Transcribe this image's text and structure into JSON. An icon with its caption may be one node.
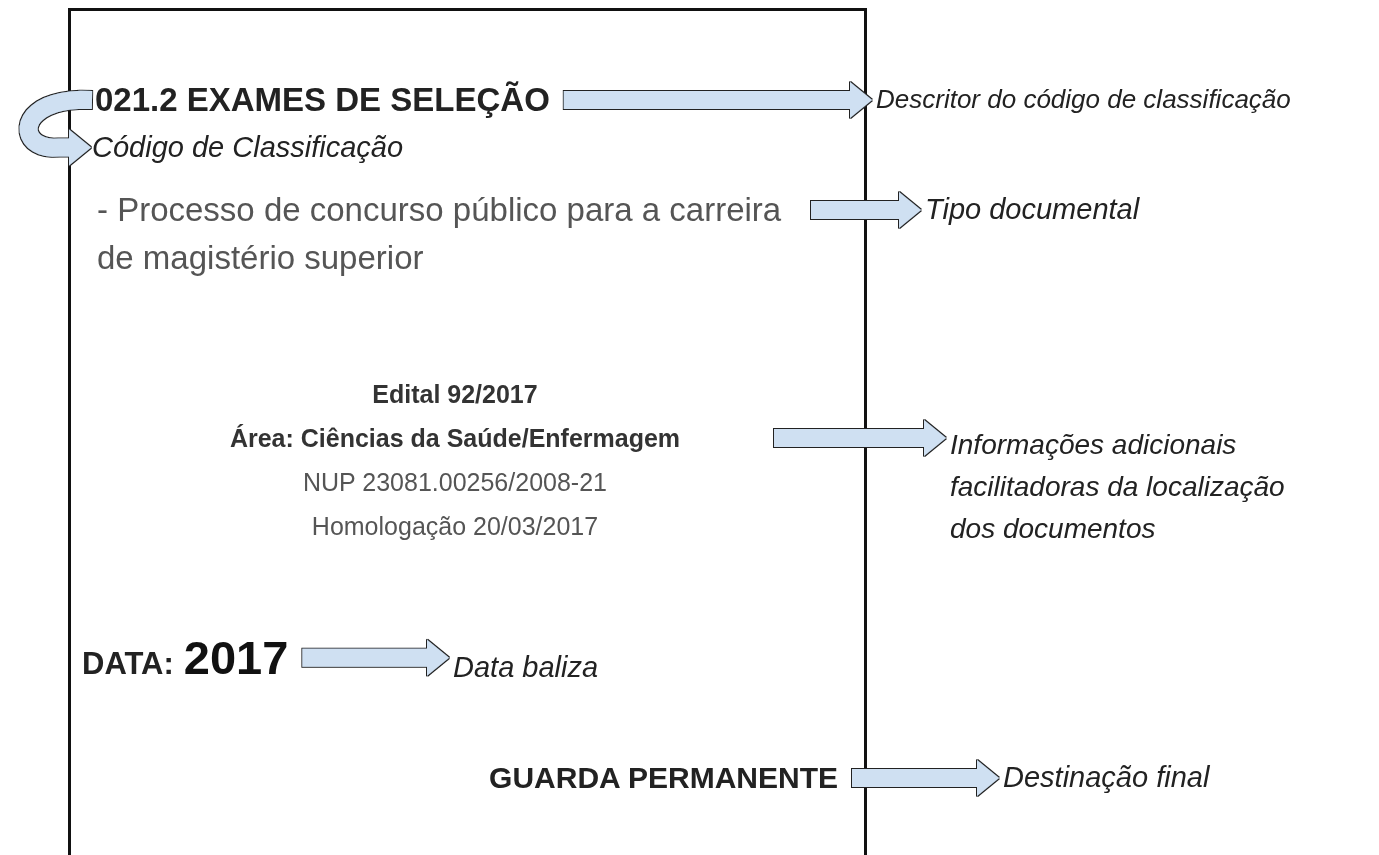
{
  "diagram": {
    "nodes": [
      {
        "text": [],
        "shape": "box"
      },
      {
        "text": [
          "021.2 EXAMES DE SELEÇÃO"
        ],
        "in": 0
      },
      {
        "text": [
          "Código de Classificação"
        ],
        "in": 0
      },
      {
        "text": [
          "- Processo de concurso público para a carreira de magistério superior"
        ],
        "in": 0
      },
      {
        "text": [
          "Edital 92/2017",
          "Área: Ciências da Saúde/Enfermagem",
          "NUP 23081.00256/2008-21",
          "Homologação 20/03/2017"
        ],
        "in": 0
      },
      {
        "text": [
          "DATA:",
          "2017"
        ],
        "in": 0
      },
      {
        "text": [
          "GUARDA PERMANENTE"
        ],
        "in": 0
      },
      {
        "text": [
          "Descritor do código de classificação"
        ]
      },
      {
        "text": [
          "Tipo documental"
        ]
      },
      {
        "text": [
          "Informações adicionais facilitadoras da localização dos documentos"
        ]
      },
      {
        "text": [
          "Data baliza"
        ],
        "in": 0
      },
      {
        "text": [
          "Destinação final"
        ]
      }
    ],
    "edges": [
      {
        "from": 1,
        "to": 2,
        "arrow": "to"
      },
      {
        "from": 1,
        "to": 7,
        "arrow": "to"
      },
      {
        "from": 3,
        "to": 8,
        "arrow": "to"
      },
      {
        "from": 4,
        "to": 9,
        "arrow": "to"
      },
      {
        "from": 5,
        "to": 10,
        "arrow": "to"
      },
      {
        "from": 6,
        "to": 11,
        "arrow": "to"
      }
    ]
  }
}
